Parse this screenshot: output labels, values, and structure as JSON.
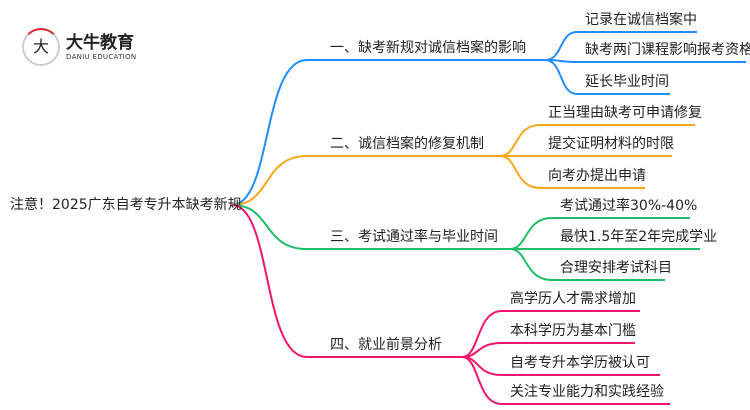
{
  "logo": {
    "mark": "大牛",
    "name": "大牛教育",
    "subtitle": "DANIU EDUCATION"
  },
  "root": "注意！2025广东自考专升本缺考新规",
  "branches": [
    {
      "label": "一、缺考新规对诚信档案的影响",
      "color": "#1f8efa",
      "children": [
        "记录在诚信档案中",
        "缺考两门课程影响报考资格",
        "延长毕业时间"
      ]
    },
    {
      "label": "二、诚信档案的修复机制",
      "color": "#f5a81c",
      "children": [
        "正当理由缺考可申请修复",
        "提交证明材料的时限",
        "向考办提出申请"
      ]
    },
    {
      "label": "三、考试通过率与毕业时间",
      "color": "#1fbf6a",
      "children": [
        "考试通过率30%-40%",
        "最快1.5年至2年完成学业",
        "合理安排考试科目"
      ]
    },
    {
      "label": "四、就业前景分析",
      "color": "#f0166e",
      "children": [
        "高学历人才需求增加",
        "本科学历为基本门槛",
        "自考专升本学历被认可",
        "关注专业能力和实践经验"
      ]
    }
  ]
}
